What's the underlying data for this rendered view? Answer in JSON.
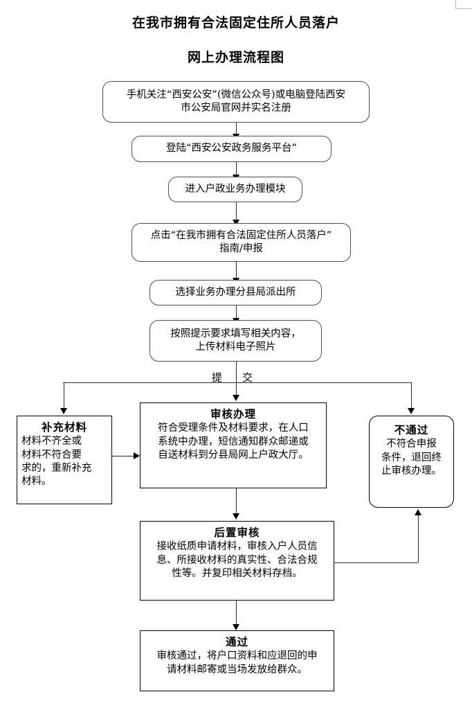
{
  "document": {
    "title_line1": "在我市拥有合法固定住所人员落户",
    "title_line2": "网上办理流程图"
  },
  "flow": {
    "nodes": [
      {
        "id": "register",
        "shape": "rounded-rect",
        "lines": [
          "手机关注“西安公安”(微信公众号)或电脑登陆西安",
          "市公安局官网并实名注册"
        ]
      },
      {
        "id": "login-platform",
        "shape": "rounded-rect",
        "lines": [
          "登陆“西安公安政务服务平台”"
        ]
      },
      {
        "id": "enter-module",
        "shape": "rounded-rect",
        "lines": [
          "进入户政业务办理模块"
        ]
      },
      {
        "id": "click-guide",
        "shape": "rounded-rect",
        "lines": [
          "点击“在我市拥有合法固定住所人员落户”",
          "指南/申报"
        ]
      },
      {
        "id": "select-station",
        "shape": "rounded-rect",
        "lines": [
          "选择业务办理分县局派出所"
        ]
      },
      {
        "id": "fill-form",
        "shape": "rounded-rect",
        "lines": [
          "按照提示要求填写相关内容，",
          "上传材料电子照片"
        ]
      },
      {
        "id": "supplement",
        "shape": "rect",
        "heading": "补充材料",
        "lines": [
          "材料不齐全或",
          "材料不符合要",
          "求的，重新补充",
          "材料。"
        ]
      },
      {
        "id": "review-process",
        "shape": "rect",
        "heading": "审核办理",
        "lines": [
          "符合受理条件及材料要求，在人口",
          "系统中办理，短信通知群众邮递或",
          "自送材料到分县局网上户政大厅。"
        ]
      },
      {
        "id": "rejected",
        "shape": "rounded-rect",
        "heading": "不通过",
        "lines": [
          "不符合申报",
          "条件，退回终",
          "止审核办理。"
        ]
      },
      {
        "id": "post-review",
        "shape": "rect",
        "heading": "后置审核",
        "lines": [
          "接收纸质申请材料，审核入户人员信",
          "息、所接收材料的真实性、合法合规",
          "性等。并复印相关材料存档。"
        ]
      },
      {
        "id": "approved",
        "shape": "rect",
        "heading": "通过",
        "lines": [
          "审核通过，将户口资料和应退回的申",
          "请材料邮寄或当场发放给群众。"
        ]
      }
    ],
    "edge_labels": {
      "submit_left": "提",
      "submit_right": "交"
    }
  },
  "colors": {
    "line": "#2a2a2a",
    "box_border": "#4d4d4d",
    "box_border_strong": "#000000",
    "background": "#ffffff",
    "crop_mark": "#b9b9b9"
  }
}
